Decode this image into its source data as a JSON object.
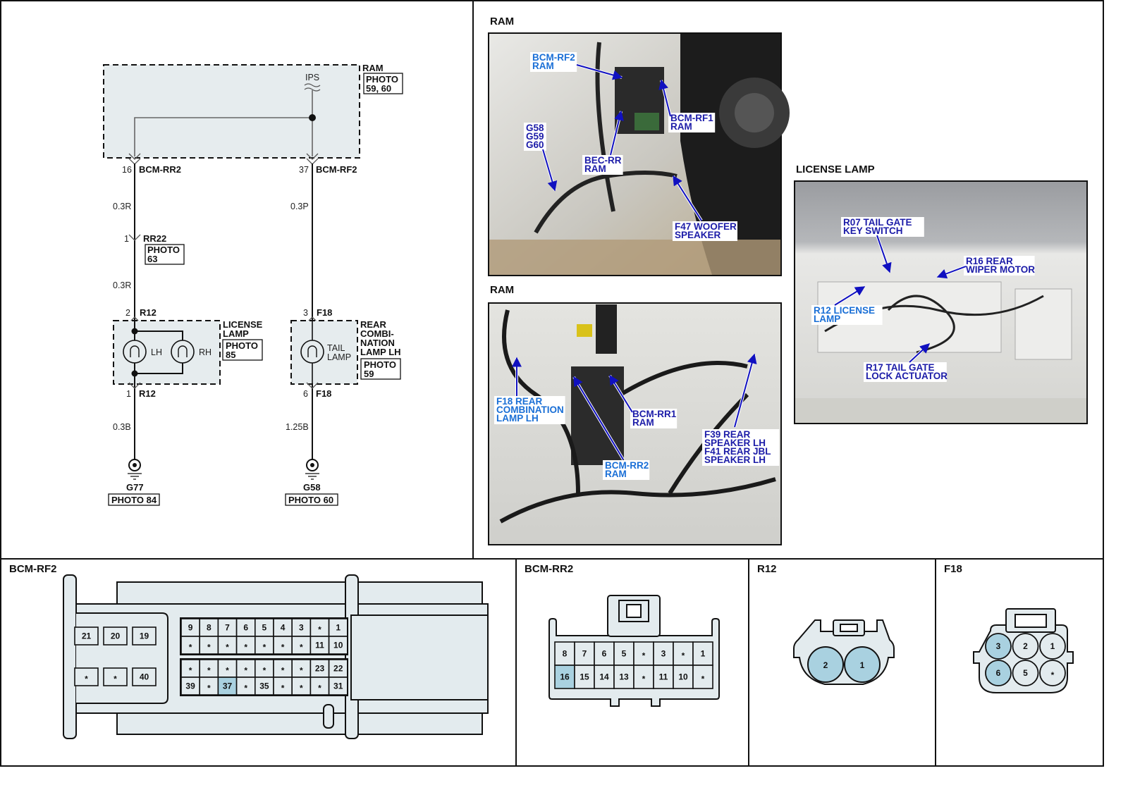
{
  "colors": {
    "module_fill": "#e6ecee",
    "connector_fill": "#e3ebee",
    "highlight": "#a9d1e0",
    "callout_dark": "#1c1ca8",
    "callout_light": "#1a6fd6"
  },
  "schematic": {
    "ram": {
      "label": "RAM",
      "photo_1": "PHOTO",
      "photo_2": "59, 60",
      "ips": "IPS"
    },
    "left": {
      "pin_top": "16",
      "conn_top": "BCM-RR2",
      "wire1": "0.3R",
      "rr22_pin": "1",
      "rr22": "RR22",
      "rr22_photo_1": "PHOTO",
      "rr22_photo_2": "63",
      "wire2": "0.3R",
      "r12_pin_in": "2",
      "r12_in": "R12",
      "lamp_lh": "LH",
      "lamp_rh": "RH",
      "component_1": "LICENSE",
      "component_2": "LAMP",
      "photo_1": "PHOTO",
      "photo_2": "85",
      "r12_pin_out": "1",
      "r12_out": "R12",
      "wire3": "0.3B",
      "ground": "G77",
      "ground_photo": "PHOTO 84"
    },
    "right": {
      "pin_top": "37",
      "conn_top": "BCM-RF2",
      "wire1": "0.3P",
      "f18_pin_in": "3",
      "f18_in": "F18",
      "lamp_1": "TAIL",
      "lamp_2": "LAMP",
      "component_1": "REAR",
      "component_2": "COMBI-",
      "component_3": "NATION",
      "component_4": "LAMP LH",
      "photo_1": "PHOTO",
      "photo_2": "59",
      "f18_pin_out": "6",
      "f18_out": "F18",
      "wire2": "1.25B",
      "ground": "G58",
      "ground_photo": "PHOTO 60"
    }
  },
  "photos": {
    "ram_1": {
      "title": "RAM",
      "callouts": [
        {
          "lines": [
            "BCM-RF2",
            "RAM"
          ],
          "tone": "light"
        },
        {
          "lines": [
            "BCM-RF1",
            "RAM"
          ],
          "tone": "dark"
        },
        {
          "lines": [
            "G58",
            "G59",
            "G60"
          ],
          "tone": "dark"
        },
        {
          "lines": [
            "BEC-RR",
            "RAM"
          ],
          "tone": "dark"
        },
        {
          "lines": [
            "F47 WOOFER",
            "SPEAKER"
          ],
          "tone": "dark"
        }
      ]
    },
    "ram_2": {
      "title": "RAM",
      "callouts": [
        {
          "lines": [
            "F18 REAR",
            "COMBINATION",
            "LAMP LH"
          ],
          "tone": "light"
        },
        {
          "lines": [
            "BCM-RR1",
            "RAM"
          ],
          "tone": "dark"
        },
        {
          "lines": [
            "BCM-RR2",
            "RAM"
          ],
          "tone": "light"
        },
        {
          "lines": [
            "F39 REAR",
            "SPEAKER LH",
            "F41 REAR JBL",
            "SPEAKER LH"
          ],
          "tone": "dark"
        }
      ]
    },
    "license_lamp": {
      "title": "LICENSE LAMP",
      "callouts": [
        {
          "lines": [
            "R07 TAIL GATE",
            "KEY SWITCH"
          ],
          "tone": "dark"
        },
        {
          "lines": [
            "R16 REAR",
            "WIPER MOTOR"
          ],
          "tone": "dark"
        },
        {
          "lines": [
            "R12 LICENSE",
            "LAMP"
          ],
          "tone": "light"
        },
        {
          "lines": [
            "R17 TAIL GATE",
            "LOCK ACTUATOR"
          ],
          "tone": "dark"
        }
      ]
    }
  },
  "connectors": {
    "bcm_rf2": {
      "title": "BCM-RF2",
      "side_rows": [
        [
          "21",
          "20",
          "19"
        ],
        [
          "*",
          "*",
          "40"
        ]
      ],
      "grid_upper": [
        [
          "9",
          "8",
          "7",
          "6",
          "5",
          "4",
          "3",
          "*",
          "1"
        ],
        [
          "*",
          "*",
          "*",
          "*",
          "*",
          "*",
          "*",
          "11",
          "10"
        ]
      ],
      "grid_lower": [
        [
          "*",
          "*",
          "*",
          "*",
          "*",
          "*",
          "*",
          "23",
          "22"
        ],
        [
          "39",
          "*",
          "37",
          "*",
          "35",
          "*",
          "*",
          "*",
          "31"
        ]
      ],
      "highlighted": [
        "37"
      ]
    },
    "bcm_rr2": {
      "title": "BCM-RR2",
      "rows": [
        [
          "8",
          "7",
          "6",
          "5",
          "*",
          "3",
          "*",
          "1"
        ],
        [
          "16",
          "15",
          "14",
          "13",
          "*",
          "11",
          "10",
          "*"
        ]
      ],
      "highlighted": [
        "16"
      ]
    },
    "r12": {
      "title": "R12",
      "pins": [
        "2",
        "1"
      ],
      "highlighted": [
        "2",
        "1"
      ]
    },
    "f18": {
      "title": "F18",
      "rows": [
        [
          "3",
          "2",
          "1"
        ],
        [
          "6",
          "5",
          "*"
        ]
      ],
      "highlighted": [
        "3",
        "6"
      ]
    }
  }
}
